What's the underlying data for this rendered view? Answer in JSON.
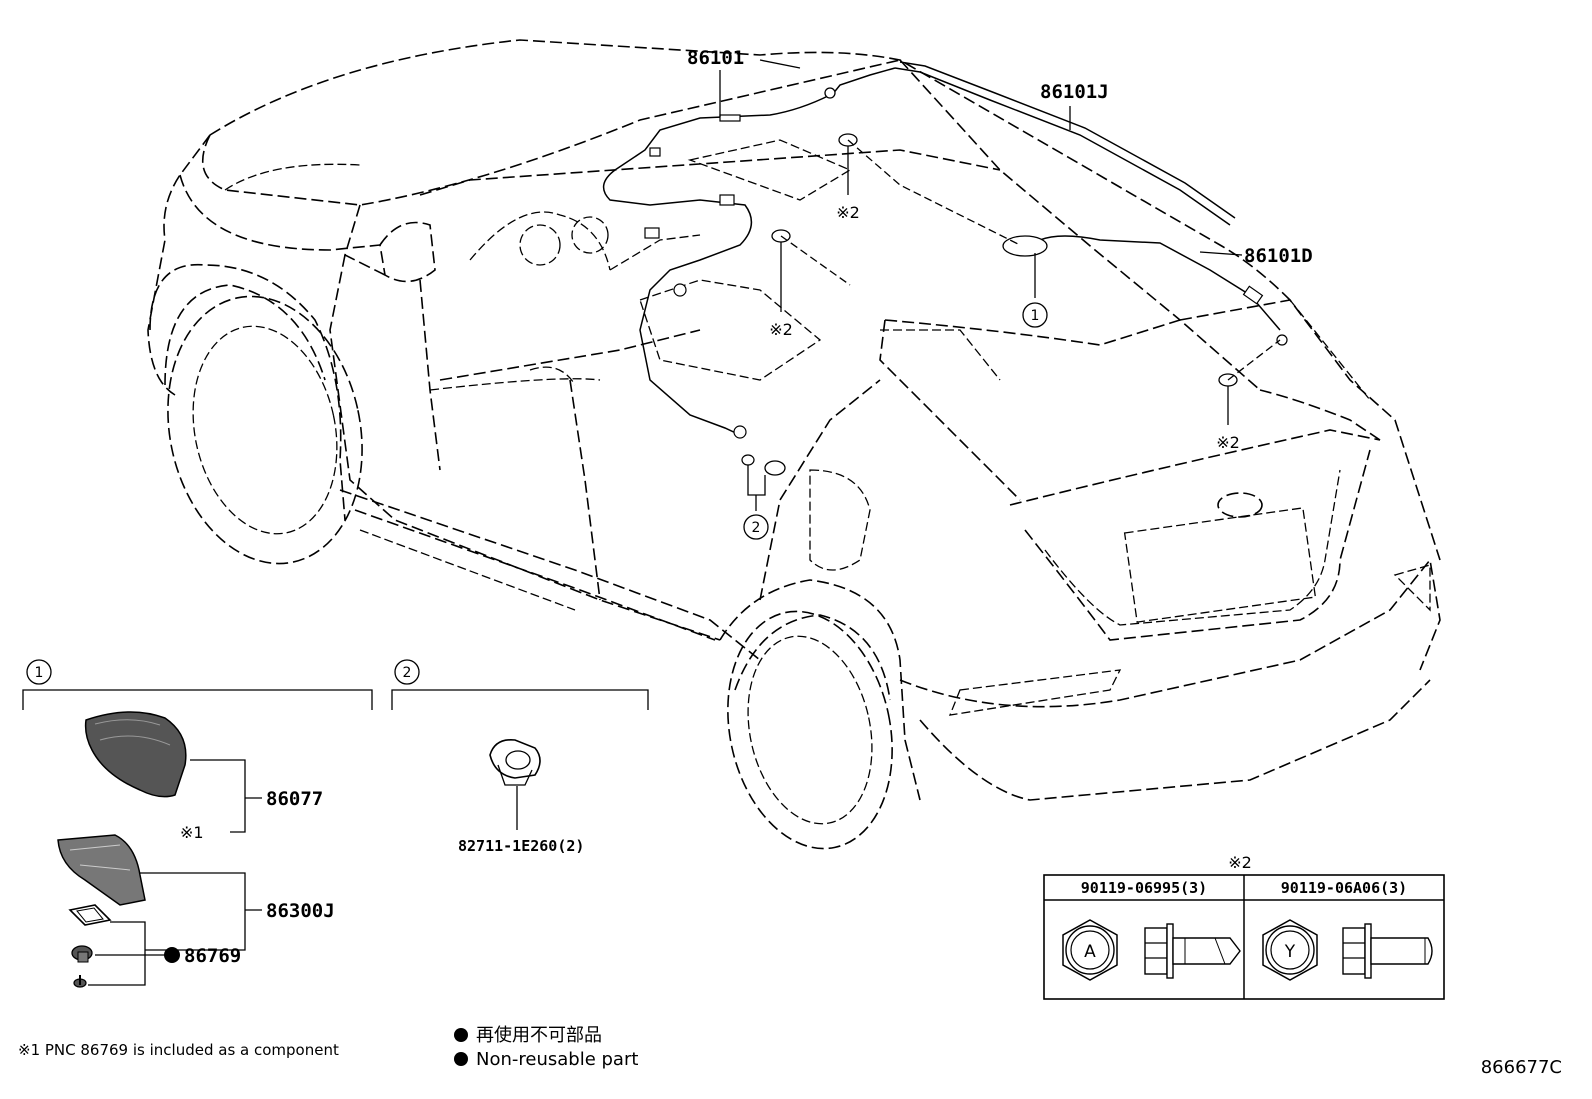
{
  "parts": {
    "p86101": "86101",
    "p86101J": "86101J",
    "p86101D": "86101D",
    "p86077": "86077",
    "p86300J": "86300J",
    "p86769": "86769",
    "p82711": "82711-1E260(2)",
    "p90119a": "90119-06995(3)",
    "p90119b": "90119-06A06(3)"
  },
  "refs": {
    "ref2": "※2",
    "ref1": "※1",
    "c1": "1",
    "c2": "2"
  },
  "bolt_marks": {
    "a": "A",
    "y": "Y"
  },
  "notes": {
    "footnote1": "※1 PNC 86769 is included as a component",
    "legend_jp": "再使用不可部品",
    "legend_en": "Non-reusable part",
    "ref2_header": "※2"
  },
  "figure_code": "866677C"
}
